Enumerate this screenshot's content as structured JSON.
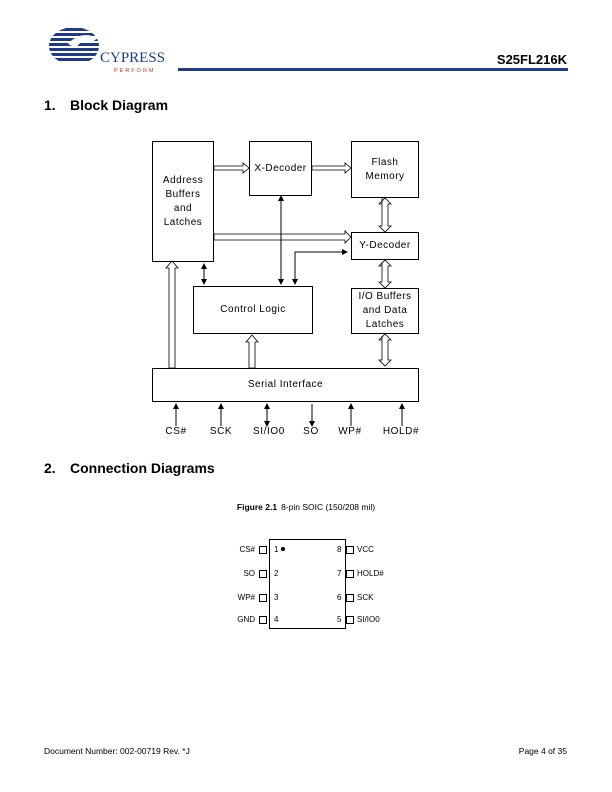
{
  "header": {
    "logo_text": "CYPRESS",
    "logo_tagline": "PERFORM",
    "part_number": "S25FL216K"
  },
  "section1": {
    "number": "1.",
    "title": "Block Diagram"
  },
  "block_diagram": {
    "address_buffers": [
      "Address",
      "Buffers",
      "and",
      "Latches"
    ],
    "x_decoder": "X-Decoder",
    "flash_memory": [
      "Flash",
      "Memory"
    ],
    "y_decoder": "Y-Decoder",
    "control_logic": "Control Logic",
    "io_buffers": [
      "I/O Buffers",
      "and Data",
      "Latches"
    ],
    "serial_interface": "Serial Interface",
    "signals": [
      "CS#",
      "SCK",
      "SI/IO0",
      "SO",
      "WP#",
      "HOLD#"
    ]
  },
  "section2": {
    "number": "2.",
    "title": "Connection Diagrams"
  },
  "figure": {
    "label": "Figure 2.1",
    "caption": "8-pin SOIC (150/208 mil)"
  },
  "soic": {
    "left_pins": [
      {
        "name": "CS#",
        "num": "1"
      },
      {
        "name": "SO",
        "num": "2"
      },
      {
        "name": "WP#",
        "num": "3"
      },
      {
        "name": "GND",
        "num": "4"
      }
    ],
    "right_pins": [
      {
        "name": "VCC",
        "num": "8"
      },
      {
        "name": "HOLD#",
        "num": "7"
      },
      {
        "name": "SCK",
        "num": "6"
      },
      {
        "name": "SI/IO0",
        "num": "5"
      }
    ]
  },
  "footer": {
    "document_number": "Document Number: 002-00719 Rev. *J",
    "page": "Page 4 of 35"
  }
}
